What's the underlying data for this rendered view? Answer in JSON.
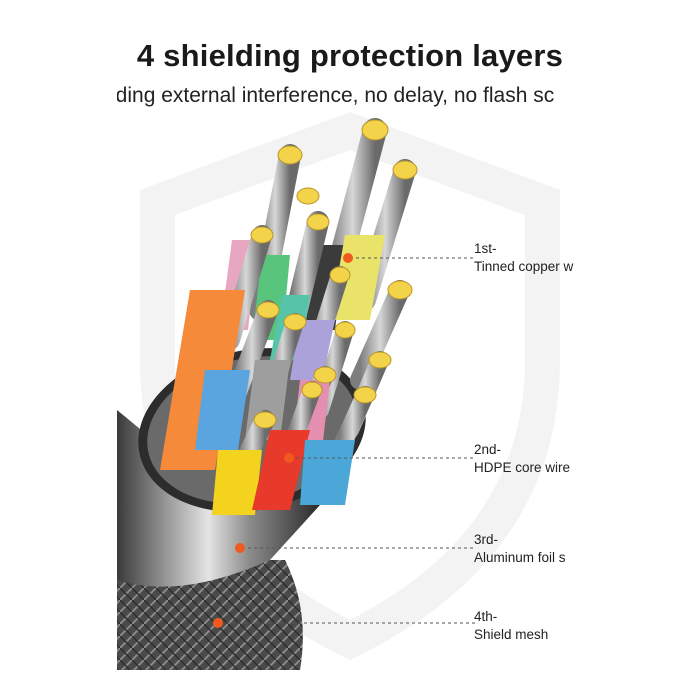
{
  "title": "4 shielding protection layers",
  "subtitle": "lding external interference, no delay, no flash sc",
  "layers": [
    {
      "num": "1st-",
      "name": "Tinned copper w"
    },
    {
      "num": "2nd-",
      "name": "HDPE core wire"
    },
    {
      "num": "3rd-",
      "name": "Aluminum foil s"
    },
    {
      "num": "4th-",
      "name": "Shield mesh"
    }
  ],
  "colors": {
    "accent_dot": "#f05a1e",
    "leader_line": "#555555",
    "wire_insulation": [
      "#f58a3a",
      "#e9e36a",
      "#e8a7c0",
      "#59c47b",
      "#5aa4e0",
      "#aaa2d8",
      "#3b3b3b",
      "#f3d31e",
      "#e73a2b",
      "#9e9e9e",
      "#4aa7d8",
      "#e58fb0"
    ]
  }
}
